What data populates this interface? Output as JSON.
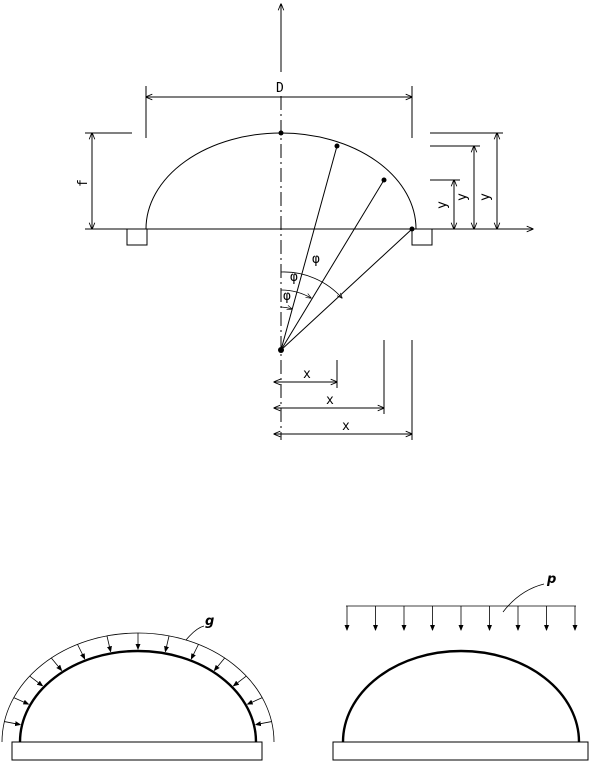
{
  "figure_top": {
    "dimension_diameter": "D",
    "dimension_rise": "f",
    "dimension_y_1": "y",
    "dimension_y_2": "y",
    "dimension_y_3": "y",
    "dimension_x_1": "x",
    "dimension_x_2": "x",
    "dimension_x_3": "x",
    "angle_1": "φ",
    "angle_2": "φ",
    "angle_3": "φ"
  },
  "figure_bottom_left": {
    "load_label": "g"
  },
  "figure_bottom_right": {
    "load_label": "p"
  }
}
